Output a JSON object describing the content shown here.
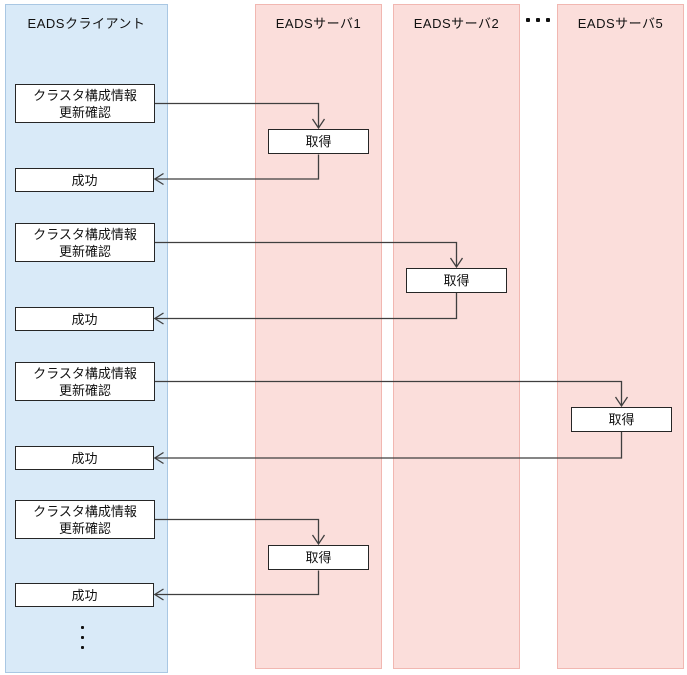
{
  "columns": [
    {
      "id": "client",
      "label": "EADSクライアント",
      "type": "client"
    },
    {
      "id": "server1",
      "label": "EADSサーバ1",
      "type": "server"
    },
    {
      "id": "server2",
      "label": "EADSサーバ2",
      "type": "server"
    },
    {
      "id": "server5",
      "label": "EADSサーバ5",
      "type": "server"
    }
  ],
  "ellipsis": {
    "between_servers": "・・・",
    "sequence_continues": "・・・"
  },
  "boxes": {
    "check_line1": "クラスタ構成情報",
    "check_line2": "更新確認",
    "get": "取得",
    "success": "成功"
  },
  "sequences": [
    {
      "step": 1,
      "from": "EADSクライアント",
      "request": "クラスタ構成情報更新確認",
      "to": "EADSサーバ1",
      "action": "取得",
      "response": "成功"
    },
    {
      "step": 2,
      "from": "EADSクライアント",
      "request": "クラスタ構成情報更新確認",
      "to": "EADSサーバ2",
      "action": "取得",
      "response": "成功"
    },
    {
      "step": 3,
      "from": "EADSクライアント",
      "request": "クラスタ構成情報更新確認",
      "to": "EADSサーバ5",
      "action": "取得",
      "response": "成功"
    },
    {
      "step": 4,
      "from": "EADSクライアント",
      "request": "クラスタ構成情報更新確認",
      "to": "EADSサーバ1",
      "action": "取得",
      "response": "成功"
    }
  ],
  "colors": {
    "client_fill": "#d9eaf8",
    "client_border": "#a9c7e3",
    "server_fill": "#fbdedb",
    "server_border": "#f1b7b1",
    "box_fill": "#ffffff",
    "box_border": "#262626",
    "arrow": "#3f3f3f",
    "dots": "#111111",
    "page_bg": "#ffffff",
    "text": "#111111"
  }
}
